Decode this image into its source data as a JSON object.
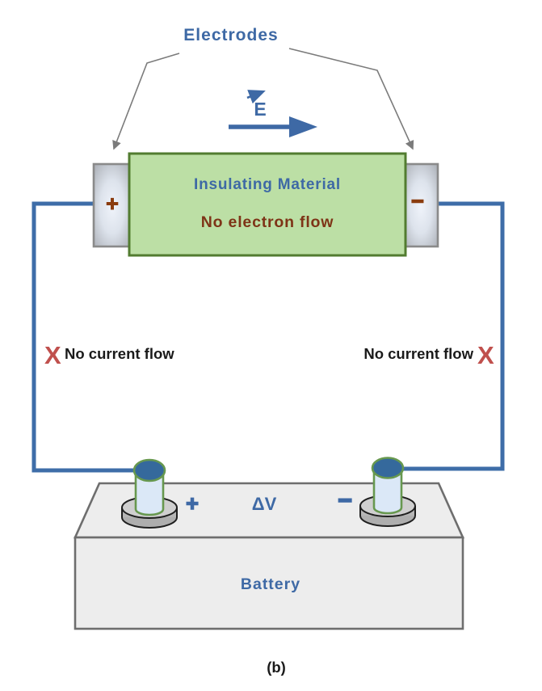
{
  "labels": {
    "electrodes": "Electrodes"
  },
  "e_field": {
    "symbol": "E"
  },
  "insulator": {
    "title": "Insulating Material",
    "subtitle": "No electron flow",
    "left_sign": "+",
    "right_sign": "−"
  },
  "circuit": {
    "x_mark": "X",
    "left_status": "No current flow",
    "right_status": "No current flow"
  },
  "battery": {
    "label": "Battery",
    "positive_sign": "+",
    "voltage_label": "ΔV",
    "negative_sign": "−"
  },
  "caption": "(b)",
  "colors": {
    "accent_blue": "#3e69a5",
    "wire_blue": "#3e6da8",
    "x_red": "#c0504d",
    "rust_text": "#7e3417",
    "rust_sign": "#8a3c0e",
    "insulator_fill": "#bcdfa5",
    "insulator_border": "#527c30",
    "electrode_border": "#8a8a8a",
    "battery_fill": "#ededed",
    "battery_border": "#6e6e6e",
    "terminal_cap": "#35699c",
    "terminal_body": "#dbe8f7",
    "terminal_outline": "#67984f",
    "text_black": "#1a1a1a"
  }
}
